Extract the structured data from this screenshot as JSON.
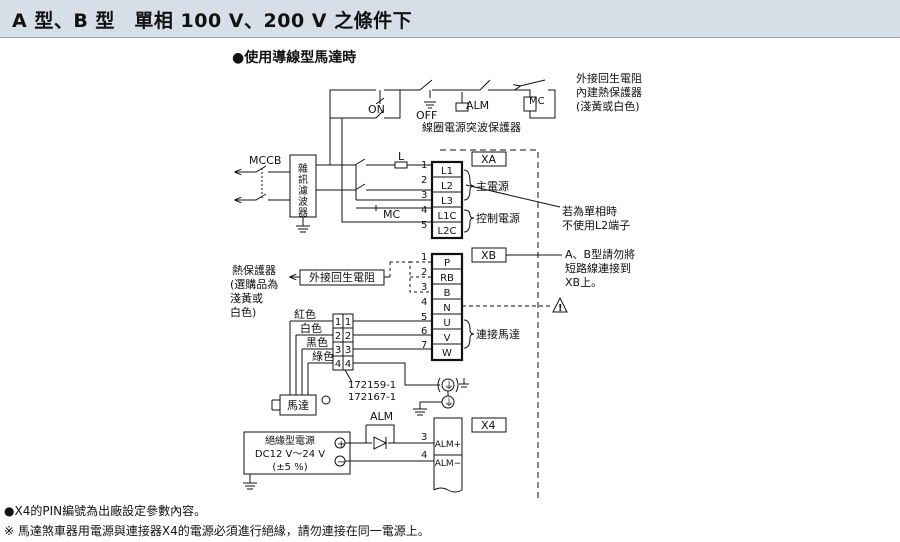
{
  "header": {
    "title": "A 型、B 型　單相 100 V、200 V 之條件下"
  },
  "diagram": {
    "subtitle": "●使用導線型馬達時",
    "labels": {
      "on": "ON",
      "off": "OFF",
      "alm_switch": "ALM",
      "mc_coil": "MC",
      "mc_contact": "MC",
      "surge": "線圈電源突波保護器",
      "ext_regen": [
        "外接回生電阻",
        "內建熱保護器",
        "(淺黃或白色)"
      ],
      "mccb": "MCCB",
      "noise_filter": [
        "雜",
        "訊",
        "濾",
        "波",
        "器"
      ],
      "inductor": "L",
      "main_power": "主電源",
      "control_power": "控制電源",
      "single_phase_note": [
        "若為單相時",
        "不使用L2端子"
      ],
      "xa": "XA",
      "xb": "XB",
      "x4": "X4",
      "ab_note": [
        "A、B型請勿將",
        "短路線連接到",
        "XB上。"
      ],
      "thermal": [
        "熱保護器",
        "(選購品為",
        "淺黃或",
        "白色)"
      ],
      "ext_regen_box": "外接回生電阻",
      "motor_connect": "連接馬達",
      "wire_colors": [
        "紅色",
        "白色",
        "黑色",
        "綠色"
      ],
      "connector_pins": [
        "1",
        "2",
        "3",
        "4"
      ],
      "connector_part": [
        "172159-1",
        "172167-1"
      ],
      "motor": "馬達",
      "alm_out": "ALM",
      "psu": [
        "絕緣型電源",
        "DC12 V～24 V",
        "(±5 %)"
      ],
      "plus": "+",
      "minus": "−",
      "warn": "!"
    },
    "terminals_xa": [
      {
        "pin": "1",
        "name": "L1"
      },
      {
        "pin": "2",
        "name": "L2"
      },
      {
        "pin": "3",
        "name": "L3"
      },
      {
        "pin": "4",
        "name": "L1C"
      },
      {
        "pin": "5",
        "name": "L2C"
      }
    ],
    "terminals_xb": [
      {
        "pin": "1",
        "name": "P"
      },
      {
        "pin": "2",
        "name": "RB"
      },
      {
        "pin": "3",
        "name": "B"
      },
      {
        "pin": "4",
        "name": "N"
      },
      {
        "pin": "5",
        "name": "U"
      },
      {
        "pin": "6",
        "name": "V"
      },
      {
        "pin": "7",
        "name": "W"
      }
    ],
    "terminals_x4": [
      {
        "pin": "3",
        "name": "ALM+"
      },
      {
        "pin": "4",
        "name": "ALM−"
      }
    ]
  },
  "notes": [
    "●X4的PIN編號為出廠設定參數內容。",
    "※ 馬達煞車器用電源與連接器X4的電源必須進行絕緣，請勿連接在同一電源上。"
  ]
}
